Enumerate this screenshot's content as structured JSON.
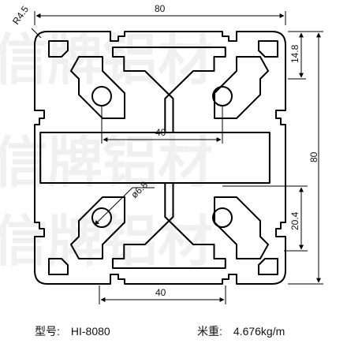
{
  "drawing": {
    "dimensions": {
      "top_width": "80",
      "right_height": "80",
      "slot_height": "14.8",
      "corner_radius": "R4.5",
      "hole_diameter": "ø6.8",
      "hole_spacing_horizontal": "40",
      "hole_offset_vertical": "20.4",
      "bottom_spacing": "40"
    },
    "watermark": "信牌铝材"
  },
  "caption": {
    "model_label": "型号:",
    "model_value": "HI-8080",
    "weight_label": "米重:",
    "weight_value": "4.676kg/m"
  },
  "colors": {
    "outline": "#000000",
    "dimension": "#000000",
    "watermark": "#d0d0d0"
  }
}
